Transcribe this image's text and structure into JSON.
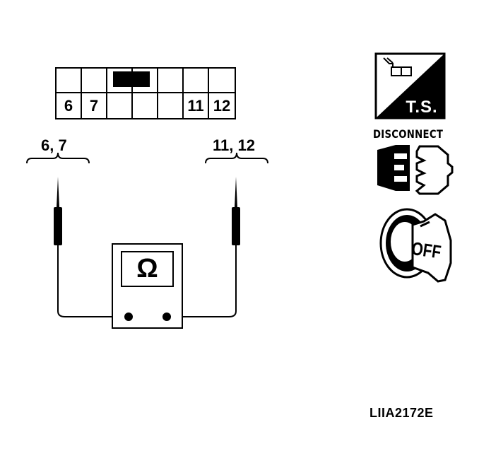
{
  "connector": {
    "row_bottom_labels": [
      "6",
      "7",
      "",
      "",
      "",
      "11",
      "12"
    ]
  },
  "probes": {
    "left_label": "6, 7",
    "right_label": "11, 12"
  },
  "meter": {
    "symbol": "Ω"
  },
  "icons": {
    "ts_label": "T.S.",
    "disconnect_label": "DISCONNECT",
    "ignition_label": "OFF"
  },
  "figure_code": "LIIA2172E"
}
